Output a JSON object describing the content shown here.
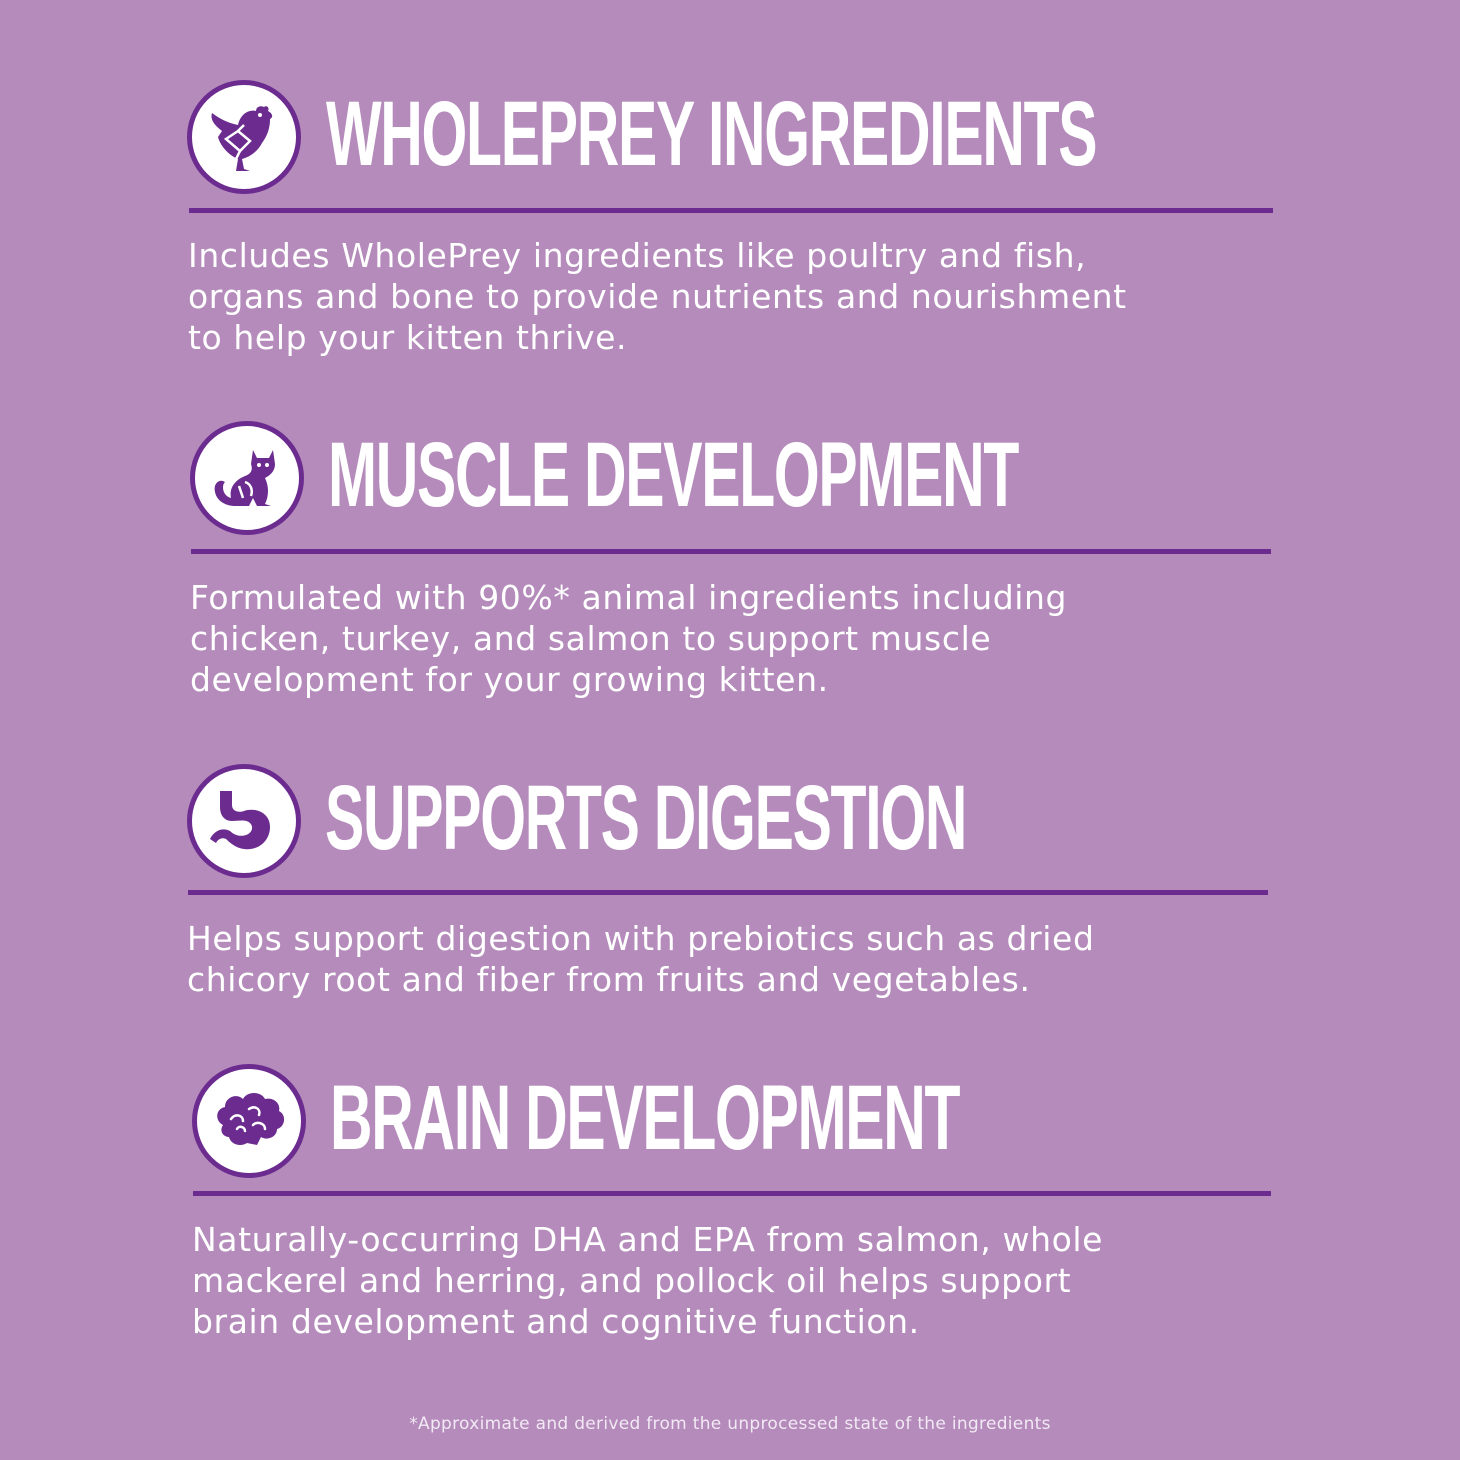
{
  "colors": {
    "background": "#b48bbb",
    "accent": "#6c2c8f",
    "text": "#ffffff"
  },
  "sections": [
    {
      "icon": "chicken-icon",
      "title": "WHOLEPREY INGREDIENTS",
      "text": "Includes WholePrey ingredients like poultry and fish,\norgans and bone to provide nutrients and nourishment\nto help your kitten thrive."
    },
    {
      "icon": "cat-icon",
      "title": "MUSCLE DEVELOPMENT",
      "text": "Formulated with 90%* animal ingredients including\nchicken, turkey, and salmon to support muscle\ndevelopment for your growing kitten."
    },
    {
      "icon": "stomach-icon",
      "title": "SUPPORTS DIGESTION",
      "text": "Helps support digestion with prebiotics such as dried\nchicory root and fiber from fruits and vegetables."
    },
    {
      "icon": "brain-icon",
      "title": "BRAIN DEVELOPMENT",
      "text": "Naturally-occurring DHA and EPA from salmon, whole\nmackerel and herring, and pollock oil helps support\nbrain development and cognitive function."
    }
  ],
  "footnote": "*Approximate and derived from the unprocessed state of the ingredients"
}
